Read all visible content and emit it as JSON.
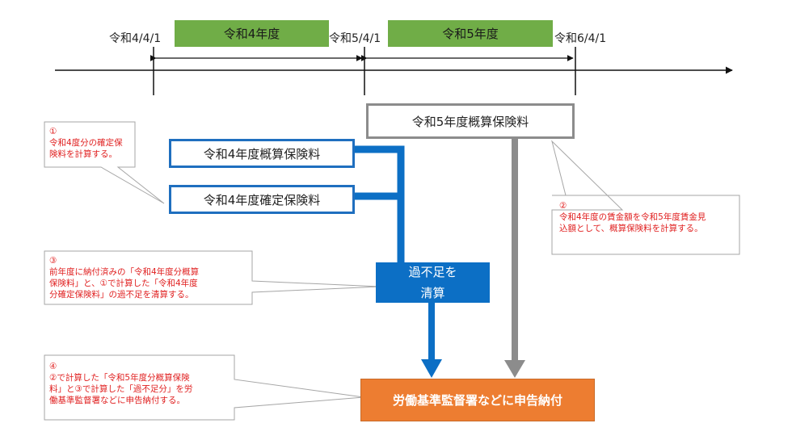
{
  "timeline": {
    "dates": [
      "令和4/4/1",
      "令和5/4/1",
      "令和6/4/1"
    ],
    "fiscal_years": [
      "令和4年度",
      "令和5年度"
    ]
  },
  "boxes": {
    "fy5_estimated": "令和5年度概算保険料",
    "fy4_estimated": "令和4年度概算保険料",
    "fy4_confirmed": "令和4年度確定保険料",
    "settle_line1": "過不足を",
    "settle_line2": "清算",
    "final": "労働基準監督署などに申告納付"
  },
  "notes": {
    "note1": "①\n令和4度分の確定保\n険料を計算する。",
    "note2": "②\n令和4年度の賃金額を令和5年度賃金見\n込額として、概算保険料を計算する。",
    "note3": "③\n前年度に納付済みの「令和4年度分概算\n保険料」と、①で計算した「令和4年度\n分確定保険料」の過不足を清算する。",
    "note4": "④\n②で計算した「令和5年度分概算保険\n料」と③で計算した「過不足分」を労\n働基準監督署などに申告納付する。"
  },
  "colors": {
    "green": "#70ad47",
    "blue": "#0c6fc5",
    "gray": "#8c8c8c",
    "orange": "#ed7d31",
    "note_text": "#e02020"
  }
}
